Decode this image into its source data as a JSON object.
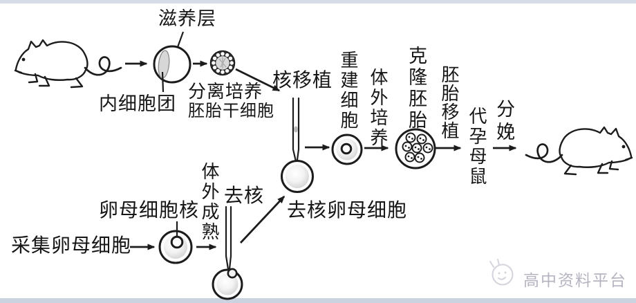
{
  "labels": {
    "trophoblast": "滋养层",
    "inner_cell_mass": "内细胞团",
    "isolate_culture": "分离培养",
    "embryonic_stem_cells": "胚胎干细胞",
    "nuclear_transfer": "核移植",
    "reconstructed_cell": "重建细胞",
    "in_vitro_culture": "体外培养",
    "cloned_embryo": "克隆胚胎",
    "embryo_transfer": "胚胎移植",
    "surrogate_mother_mouse": "代孕母鼠",
    "parturition": "分娩",
    "collect_oocyte": "采集卵母细胞",
    "oocyte_nucleus": "卵母细胞核",
    "in_vitro_maturation": "体外成熟",
    "enucleation": "去核",
    "enucleated_oocyte": "去核卵母细胞"
  },
  "watermark": {
    "text": "高中资料平台"
  },
  "icons": {
    "donor_mouse": "mouse-facing-left",
    "offspring_mouse": "mouse-facing-right",
    "blastocyst": "circle-with-inner-cell-mass",
    "stem_cell_clump": "speckled-ball",
    "micropipette": "double-line-needle",
    "oocyte": "shaded-cell",
    "cloned_embryo": "morula-cell-cluster",
    "watermark_logo": "cat-face-sketch"
  },
  "colors": {
    "line": "#1c1c1c",
    "text": "#161616",
    "cell_shade": "#d7d7d7",
    "edge_band": "#cfd7e4",
    "watermark_text": "#a5a1b2",
    "background": "#ffffff"
  }
}
